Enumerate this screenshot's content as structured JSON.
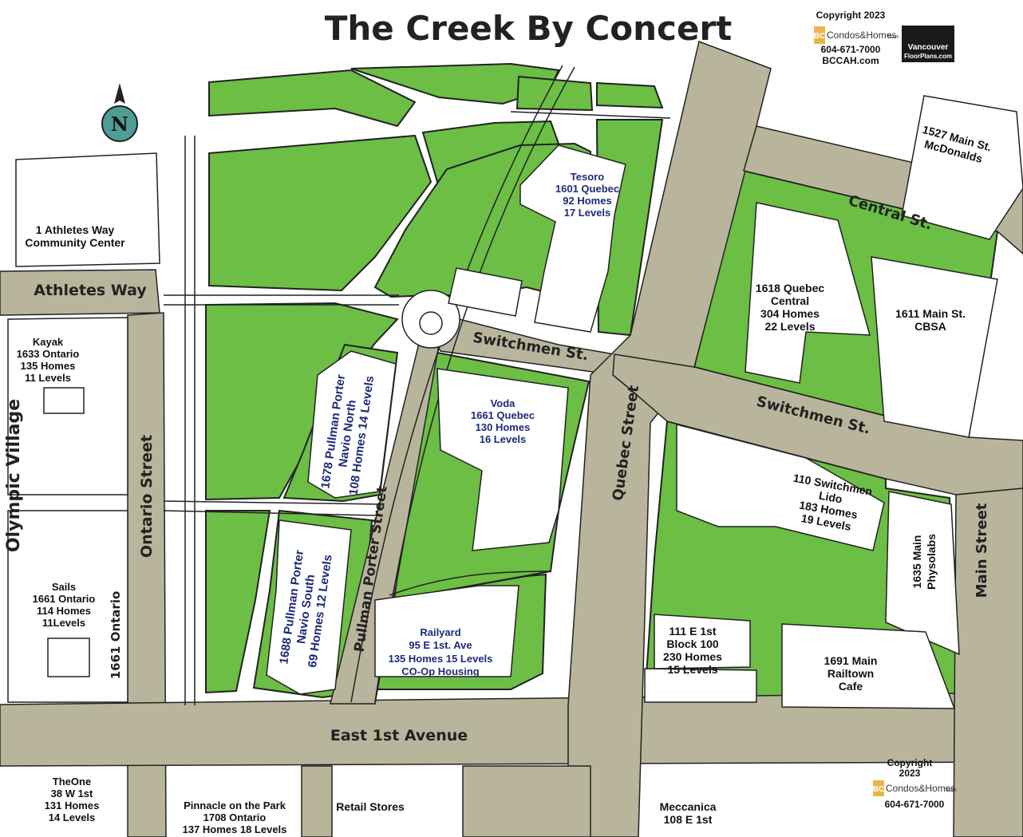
{
  "title": "The Creek By Concert",
  "colors": {
    "road": "#b8b59c",
    "park": "#6cbe45",
    "building": "#ffffff",
    "outline": "#222222",
    "label_blue": "#1e2a78",
    "compass": "#4f9e96"
  },
  "header_branding": {
    "copyright": "Copyright 2023",
    "logo_bc": "BC",
    "logo_text": "Condos&Homes",
    "logo_team": "Team",
    "phone": "604-671-7000",
    "site": "BCCAH.com",
    "vfp_line1": "Vancouver",
    "vfp_line2": "FloorPlans.com"
  },
  "footer_branding": {
    "copyright_line1": "Copyright",
    "copyright_line2": "2023",
    "logo_bc": "BC",
    "logo_text": "Condos&Homes",
    "logo_team": "Team",
    "phone": "604-671-7000"
  },
  "compass": {
    "letter": "N",
    "icon": "north-arrow-icon"
  },
  "streets": {
    "athletes_way": "Athletes Way",
    "ontario": "Ontario Street",
    "olympic_village": "Olympic Village",
    "pullman_porter": "Pullman Porter Street",
    "quebec": "Quebec Street",
    "main": "Main Street",
    "central": "Central St.",
    "switchmen_west": "Switchmen St.",
    "switchmen_east": "Switchmen St.",
    "east_1st": "East 1st Avenue",
    "ontario_1661": "1661 Ontario"
  },
  "buildings": {
    "community": [
      "1 Athletes Way",
      "Community Center"
    ],
    "kayak": [
      "Kayak",
      "1633 Ontario",
      "135 Homes",
      "11 Levels"
    ],
    "sails": [
      "Sails",
      "1661 Ontario",
      "114 Homes",
      "11Levels"
    ],
    "tesoro": [
      "Tesoro",
      "1601 Quebec",
      "92 Homes",
      "17 Levels"
    ],
    "navio_north": [
      "1678 Pullman Porter",
      "Navio North",
      "108 Homes 14 Levels"
    ],
    "navio_south": [
      "1688 Pullman Porter",
      "Navio South",
      "69 Homes 12 Levels"
    ],
    "voda": [
      "Voda",
      "1661 Quebec",
      "130 Homes",
      "16 Levels"
    ],
    "railyard": [
      "Railyard",
      "95 E 1st. Ave",
      "135 Homes 15 Levels",
      "CO-Op Housing"
    ],
    "central": [
      "1618 Quebec",
      "Central",
      "304 Homes",
      "22 Levels"
    ],
    "cbsa": [
      "1611 Main St.",
      "CBSA"
    ],
    "mcdonalds": [
      "1527 Main St.",
      "McDonalds"
    ],
    "lido": [
      "110 Switchmen",
      "Lido",
      "183 Homes",
      "19 Levels"
    ],
    "physolabs": [
      "1635 Main",
      "Physolabs"
    ],
    "block100": [
      "111 E 1st",
      "Block 100",
      "230 Homes",
      "15 Levels"
    ],
    "railtown": [
      "1691 Main",
      "Railtown",
      "Cafe"
    ],
    "theone": [
      "TheOne",
      "38 W 1st",
      "131 Homes",
      "14 Levels"
    ],
    "pinnacle": [
      "Pinnacle on the Park",
      "1708 Ontario",
      "137 Homes 18 Levels"
    ],
    "retail": [
      "Retail Stores"
    ],
    "meccanica": [
      "Meccanica",
      "108 E 1st"
    ]
  }
}
